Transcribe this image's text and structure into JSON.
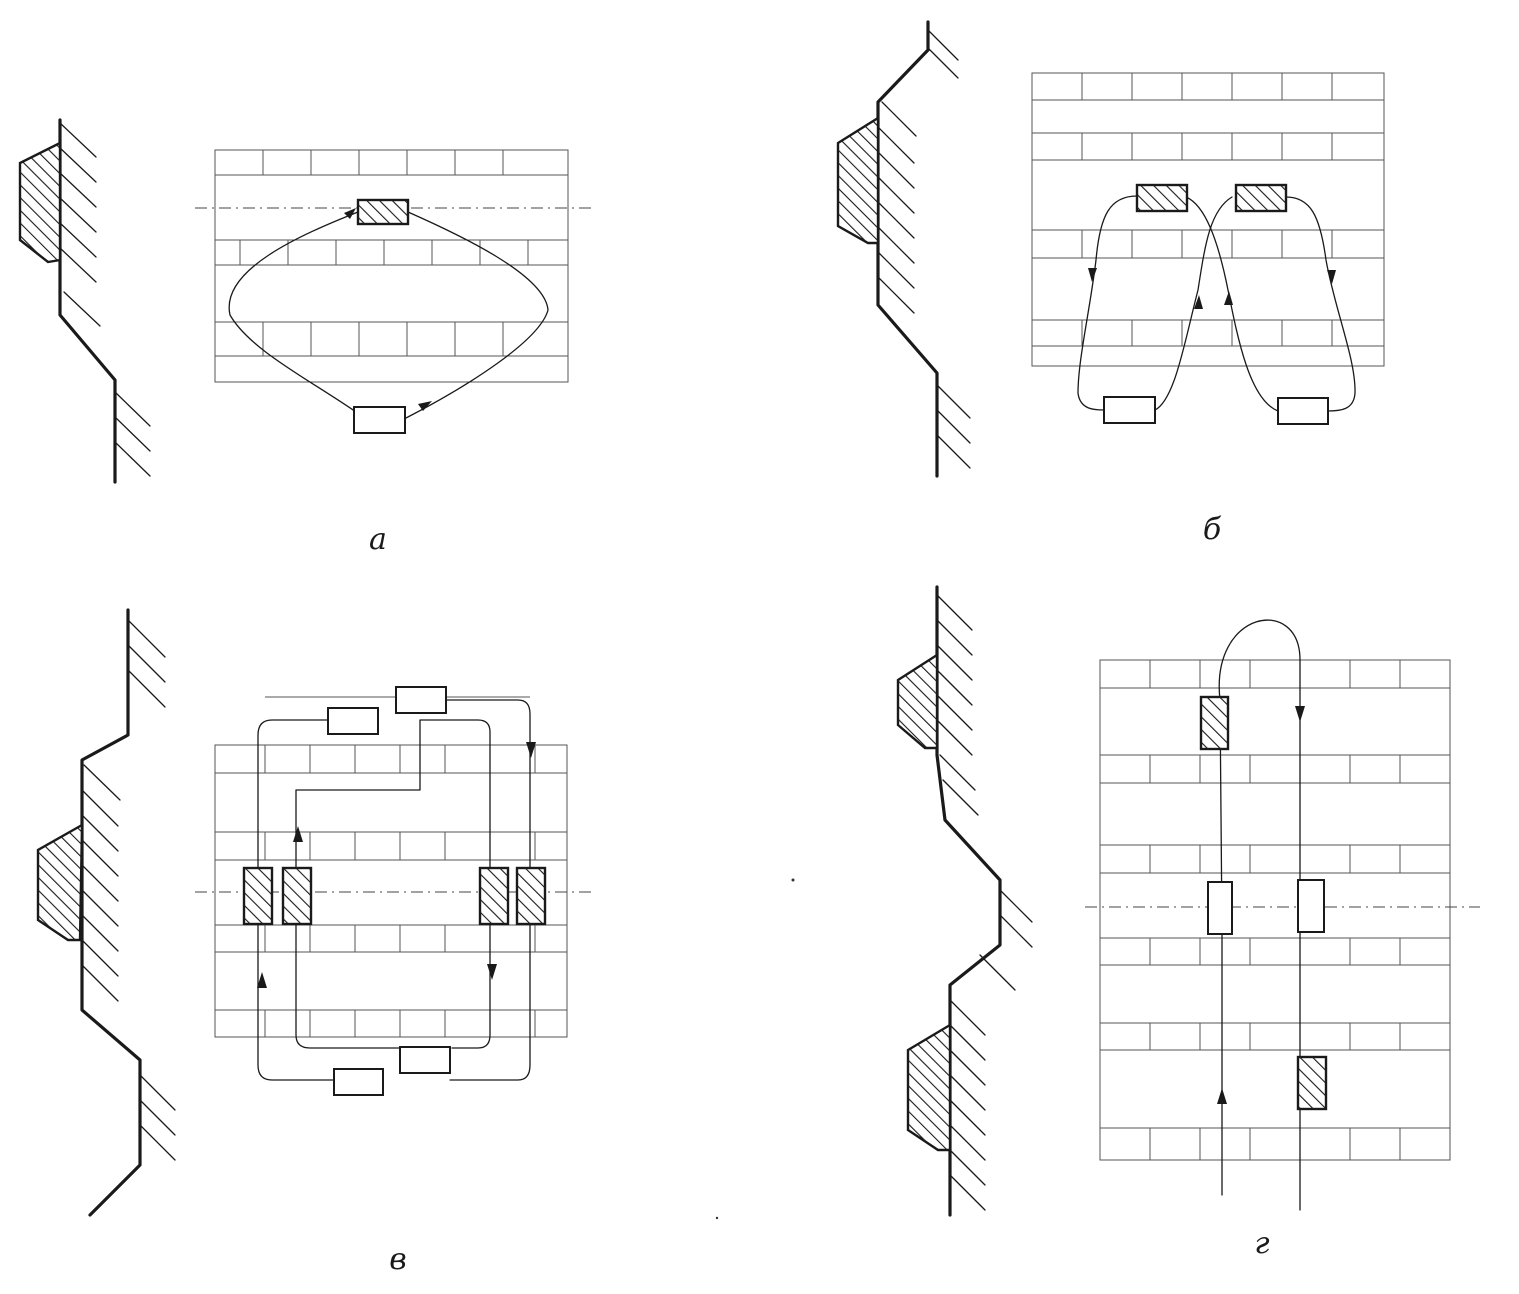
{
  "figure": {
    "panels": [
      {
        "id": "a",
        "caption": "а"
      },
      {
        "id": "b",
        "caption": "б"
      },
      {
        "id": "v",
        "caption": "в"
      },
      {
        "id": "g",
        "caption": "г"
      }
    ]
  }
}
